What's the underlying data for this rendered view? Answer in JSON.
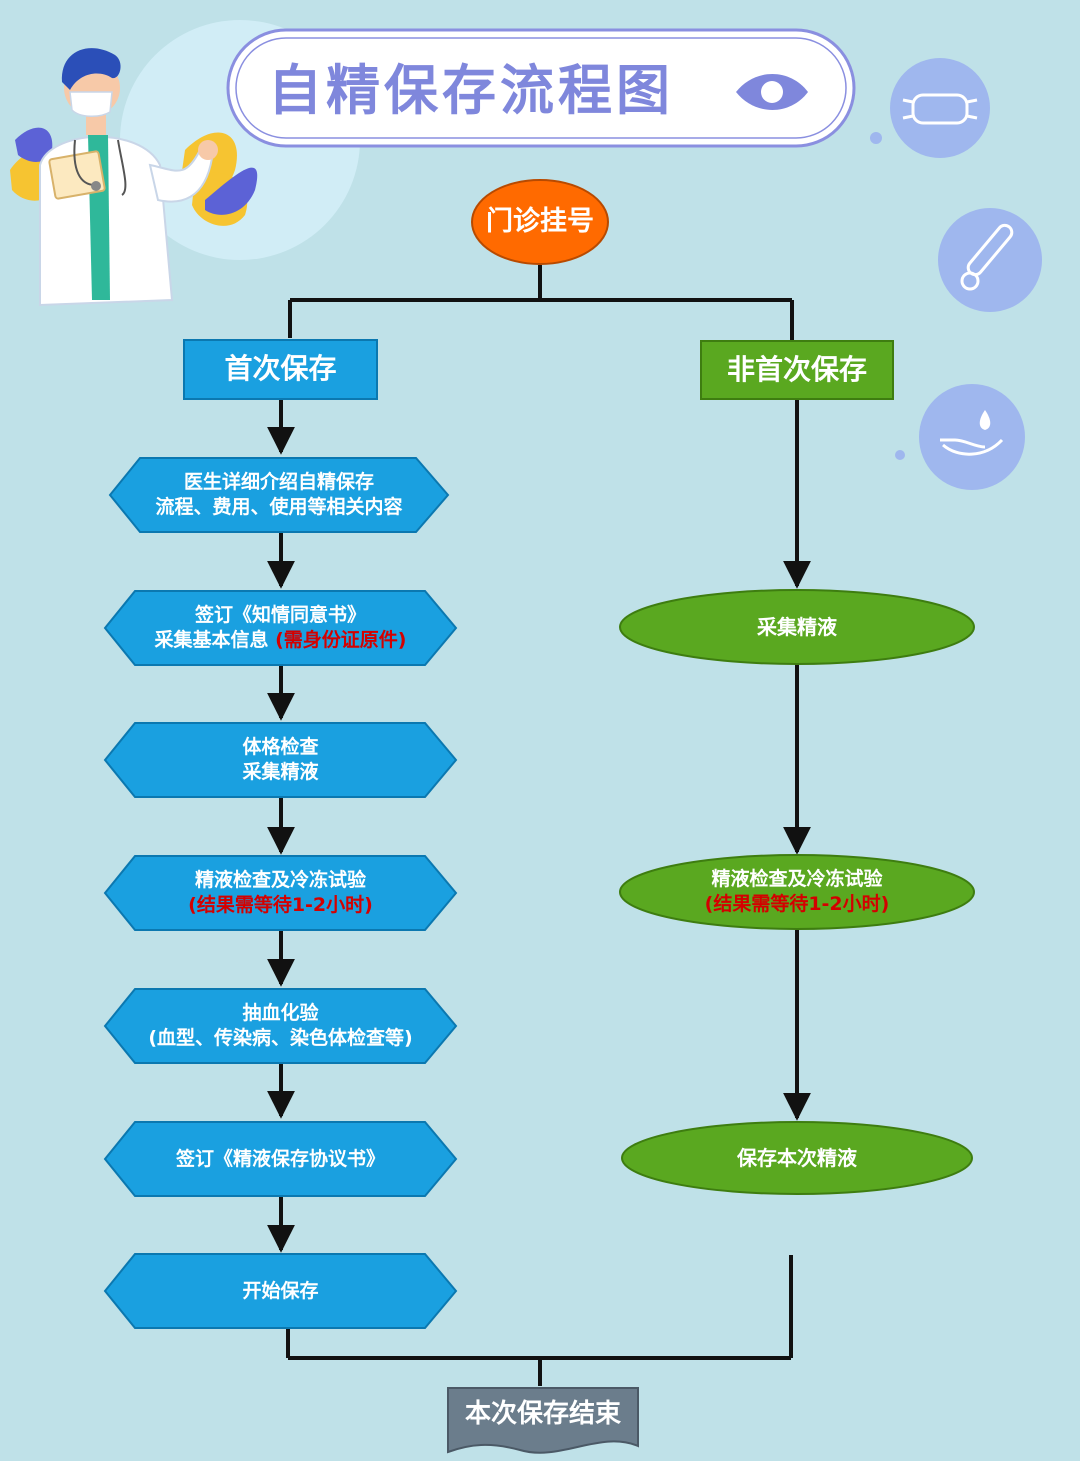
{
  "title": "自精保存流程图",
  "icons": [
    "eye-icon",
    "mask-icon",
    "thermometer-icon",
    "hand-wash-icon",
    "doctor-illustration"
  ],
  "colors": {
    "background": "#bfe1e8",
    "first_branch": "#1aa0e0",
    "repeat_branch": "#5aa820",
    "start_node": "#ff6a00",
    "end_node": "#6b7d8c",
    "note_red": "#d40000",
    "title": "#7f87dc"
  },
  "start": "门诊挂号",
  "first_branch": {
    "header": "首次保存",
    "steps": [
      {
        "lines": [
          "医生详细介绍自精保存",
          "流程、费用、使用等相关内容"
        ],
        "note": ""
      },
      {
        "lines": [
          "签订《知情同意书》",
          "采集基本信息"
        ],
        "note": "(需身份证原件)"
      },
      {
        "lines": [
          "体格检查",
          "采集精液"
        ],
        "note": ""
      },
      {
        "lines": [
          "精液检查及冷冻试验"
        ],
        "note": "(结果需等待1-2小时)"
      },
      {
        "lines": [
          "抽血化验",
          "(血型、传染病、染色体检查等)"
        ],
        "note": ""
      },
      {
        "lines": [
          "签订《精液保存协议书》"
        ],
        "note": ""
      },
      {
        "lines": [
          "开始保存"
        ],
        "note": ""
      }
    ]
  },
  "repeat_branch": {
    "header": "非首次保存",
    "steps": [
      {
        "lines": [
          "采集精液"
        ],
        "note": ""
      },
      {
        "lines": [
          "精液检查及冷冻试验"
        ],
        "note": "(结果需等待1-2小时)"
      },
      {
        "lines": [
          "保存本次精液"
        ],
        "note": ""
      }
    ]
  },
  "end": "本次保存结束"
}
